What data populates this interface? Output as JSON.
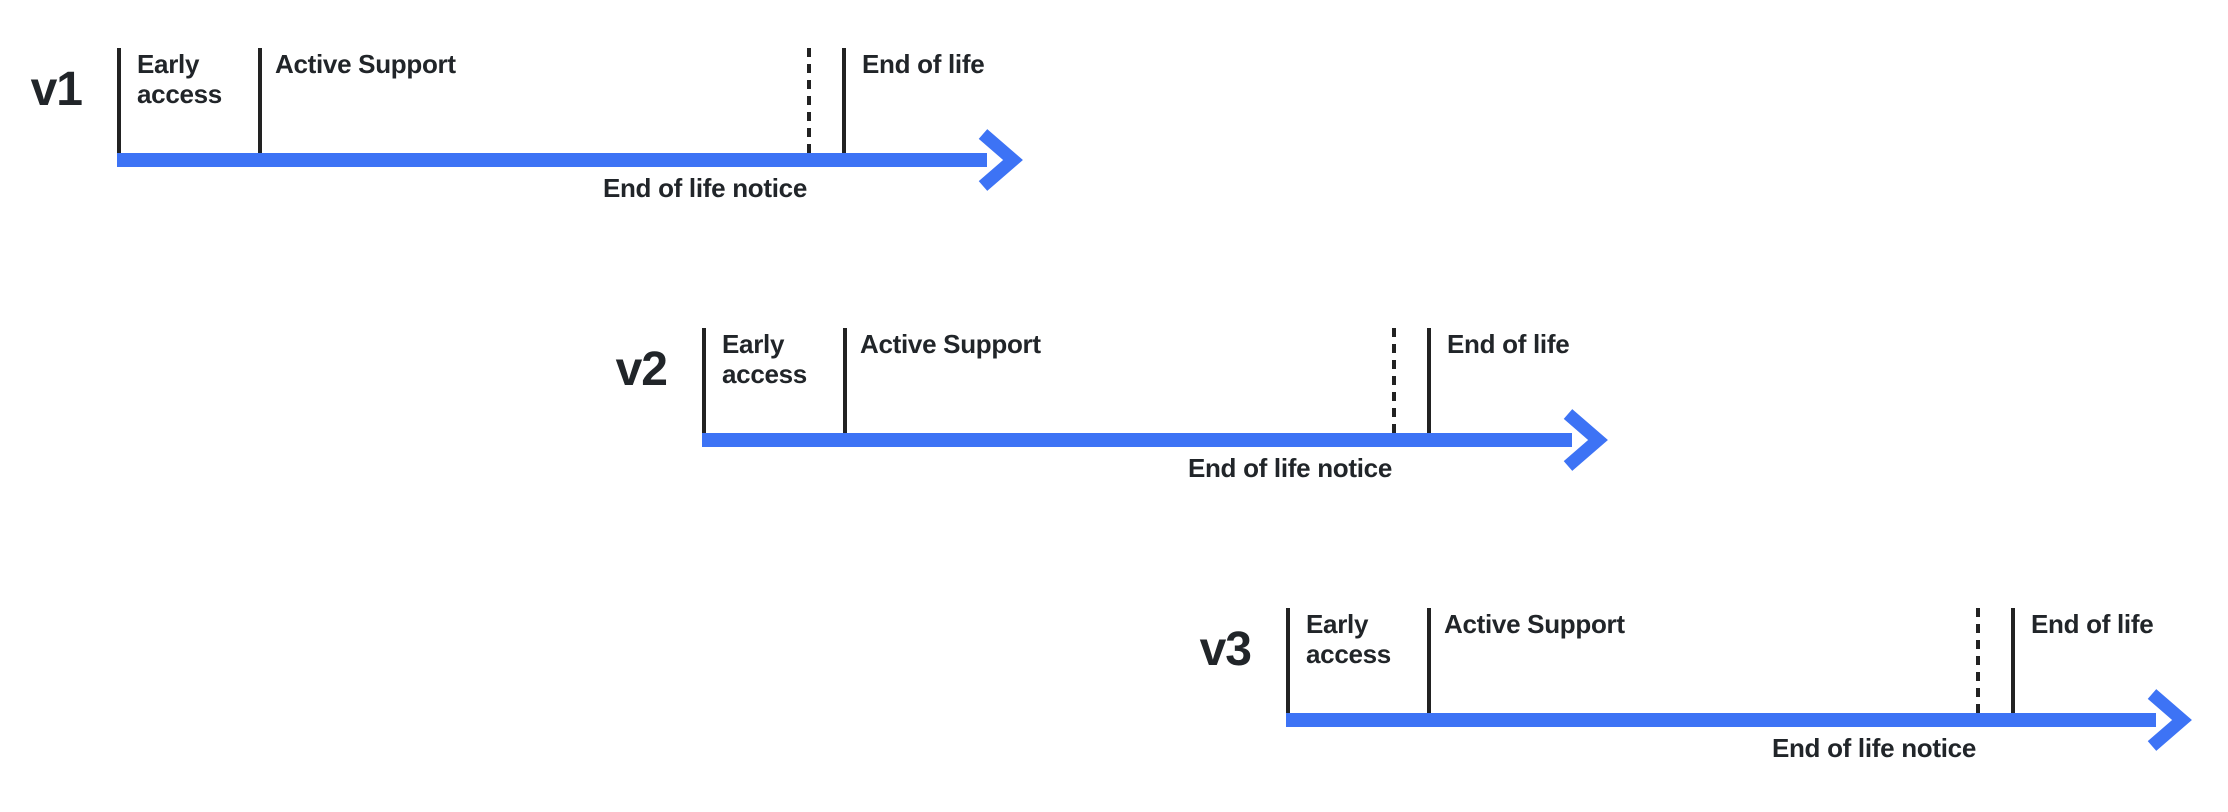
{
  "diagram": {
    "description": "Version lifecycle timelines",
    "colors": {
      "arrow": "#3D73F5",
      "text": "#212529",
      "tick": "#222222",
      "background": "#FFFFFF"
    },
    "phase_labels": {
      "early_access": "Early access",
      "active_support": "Active Support",
      "end_of_life": "End of life",
      "end_of_life_notice": "End of life notice"
    },
    "rows": [
      {
        "version": "v1"
      },
      {
        "version": "v2"
      },
      {
        "version": "v3"
      }
    ]
  }
}
